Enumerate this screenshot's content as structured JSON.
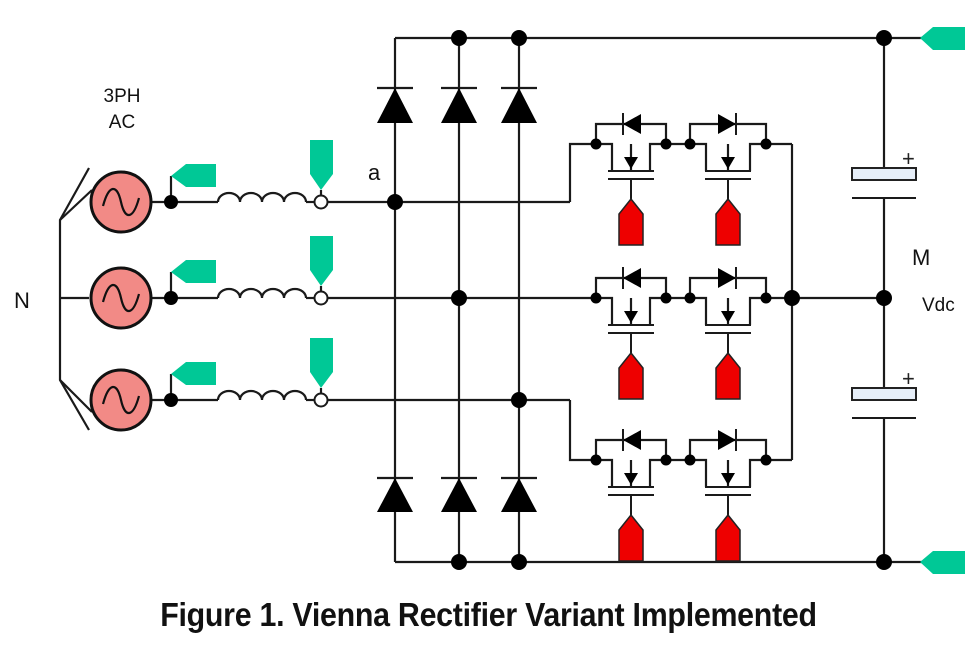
{
  "figure": {
    "caption": "Figure 1. Vienna Rectifier Variant Implemented",
    "type": "circuit-schematic"
  },
  "labels": {
    "source_title_line1": "3PH",
    "source_title_line2": "AC",
    "neutral": "N",
    "node_a": "a",
    "midpoint": "M",
    "dc_output": "Vdc",
    "cap_plus": "+"
  },
  "components": {
    "ac_sources": [
      {
        "phase": 1,
        "symbol": "sine-icon"
      },
      {
        "phase": 2,
        "symbol": "sine-icon"
      },
      {
        "phase": 3,
        "symbol": "sine-icon"
      }
    ],
    "inductors": 3,
    "bridge_diodes_upper": 3,
    "bridge_diodes_lower": 3,
    "bidirectional_switches": [
      {
        "phase": 1,
        "mosfets": 2
      },
      {
        "phase": 2,
        "mosfets": 2
      },
      {
        "phase": 3,
        "mosfets": 2
      }
    ],
    "dc_link_capacitors": 2
  },
  "colors": {
    "source_fill": "#f28a86",
    "probe_tag": "#00c896",
    "gate_drive": "#ee0000",
    "cap_fill": "#e6eef8",
    "wire": "#1a1a1a"
  }
}
